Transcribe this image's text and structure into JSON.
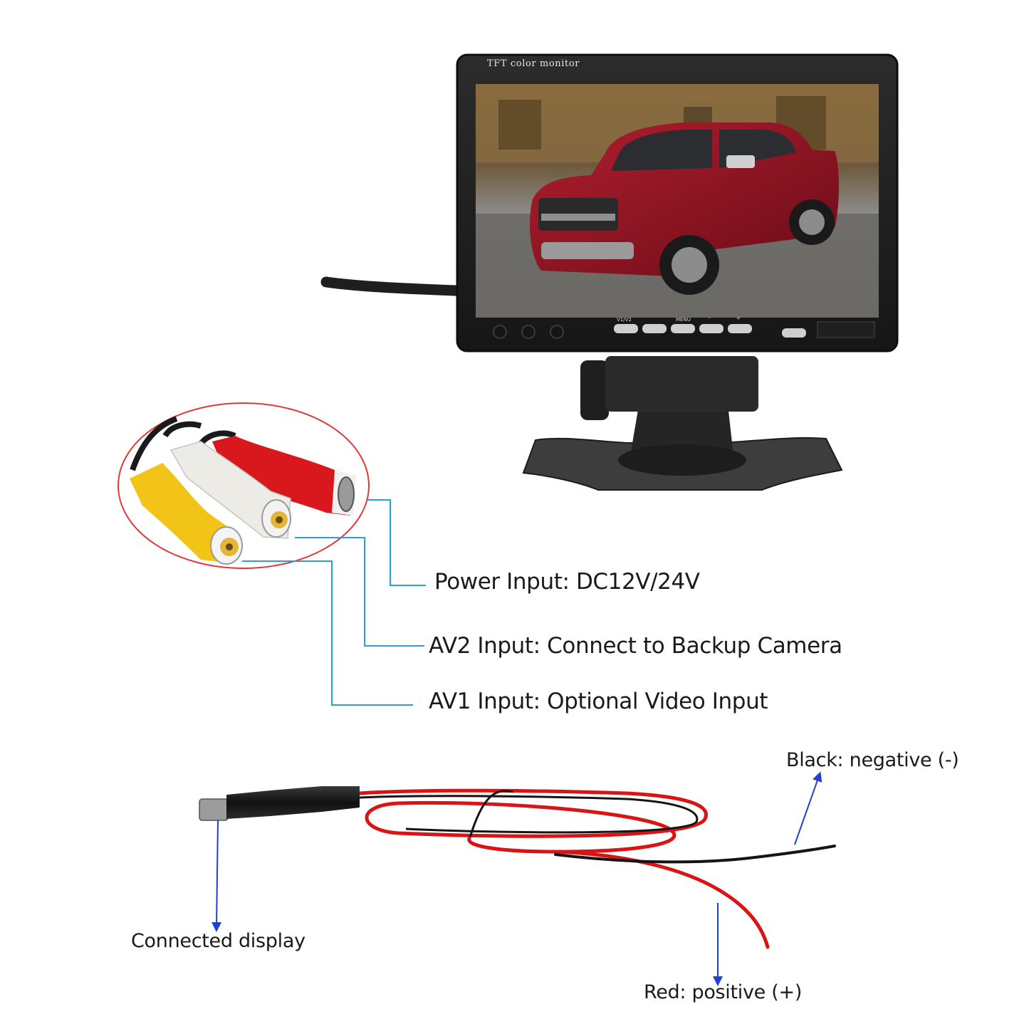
{
  "monitor": {
    "title": "TFT color monitor",
    "buttons": [
      "V1/V2",
      "",
      "MENU",
      "-",
      "+"
    ]
  },
  "rca_labels": {
    "power": "Power Input: DC12V/24V",
    "av2": "AV2 Input: Connect to Backup Camera",
    "av1": "AV1 Input: Optional Video Input"
  },
  "cable_labels": {
    "black": "Black: negative (-)",
    "red": "Red: positive (+)",
    "display": "Connected display"
  },
  "colors": {
    "leader_line": "#2aa0d8",
    "arrow": "#1f3fd6",
    "wire_red": "#d81414",
    "wire_black": "#141414",
    "rca_yellow": "#f2c417",
    "rca_white": "#ecebe6",
    "rca_red": "#d8181c",
    "ellipse": "#e23a3a"
  }
}
